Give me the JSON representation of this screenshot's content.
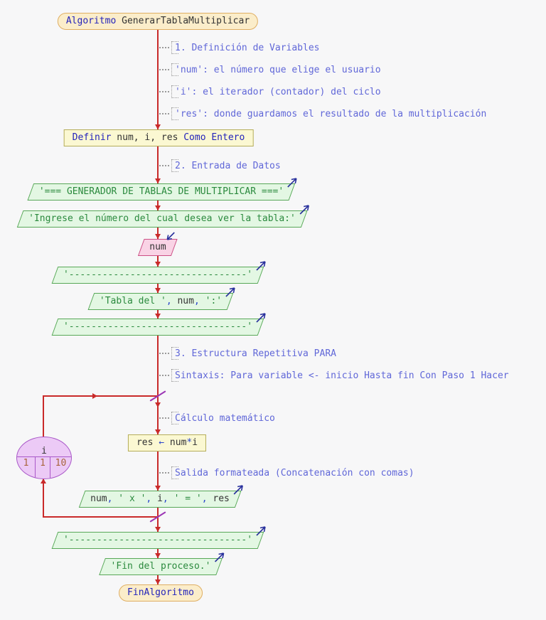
{
  "colors": {
    "background": "#f7f7f8",
    "flow_line": "#c92a2a",
    "loop_mark": "#9c36b5",
    "comment_text": "#6067d8",
    "keyword_blue": "#2323bb",
    "string_green": "#2b8a3e",
    "number_brown": "#a8643c",
    "terminal_fill": "#fbedca",
    "process_fill": "#fbf8d2",
    "output_fill": "#e3f7e3",
    "input_fill": "#f9d3e5",
    "loop_fill": "#eccaf6"
  },
  "flowchart": {
    "start": {
      "tokens": [
        [
          "kw",
          "Algoritmo"
        ],
        [
          "sp",
          " "
        ],
        [
          "id",
          "GenerarTablaMultiplicar"
        ]
      ]
    },
    "declare": {
      "tokens": [
        [
          "kw",
          "Definir"
        ],
        [
          "id",
          " num, i, res"
        ],
        [
          "kw",
          " Como Entero"
        ]
      ]
    },
    "input_num": {
      "tokens": [
        [
          "id",
          "num"
        ]
      ]
    },
    "assign": {
      "tokens": [
        [
          "id",
          "res"
        ],
        [
          "sp",
          " "
        ],
        [
          "op",
          "←"
        ],
        [
          "sp",
          " "
        ],
        [
          "id",
          "num"
        ],
        [
          "op",
          "*"
        ],
        [
          "id",
          "i"
        ]
      ]
    },
    "loop": {
      "variable": "i",
      "from": "1",
      "step": "1",
      "to": "10"
    },
    "end": {
      "tokens": [
        [
          "kw",
          "FinAlgoritmo"
        ]
      ]
    },
    "outputs": {
      "banner": {
        "tokens": [
          [
            "str",
            "'=== GENERADOR DE TABLAS DE MULTIPLICAR ==='"
          ]
        ]
      },
      "prompt": {
        "tokens": [
          [
            "str",
            "'Ingrese el número del cual desea ver la tabla:'"
          ]
        ]
      },
      "divider1": {
        "tokens": [
          [
            "str",
            "'--------------------------------'"
          ]
        ]
      },
      "tabla": {
        "tokens": [
          [
            "str",
            "'Tabla del '"
          ],
          [
            "pn",
            ", "
          ],
          [
            "id",
            "num"
          ],
          [
            "pn",
            ", "
          ],
          [
            "str",
            "':'"
          ]
        ]
      },
      "divider2": {
        "tokens": [
          [
            "str",
            "'--------------------------------'"
          ]
        ]
      },
      "row": {
        "tokens": [
          [
            "id",
            "num"
          ],
          [
            "pn",
            ", "
          ],
          [
            "str",
            "' x '"
          ],
          [
            "pn",
            ", "
          ],
          [
            "id",
            "i"
          ],
          [
            "pn",
            ", "
          ],
          [
            "str",
            "' = '"
          ],
          [
            "pn",
            ", "
          ],
          [
            "id",
            "res"
          ]
        ]
      },
      "divider3": {
        "tokens": [
          [
            "str",
            "'--------------------------------'"
          ]
        ]
      },
      "done": {
        "tokens": [
          [
            "str",
            "'Fin del proceso.'"
          ]
        ]
      }
    },
    "comments": [
      {
        "text": "1. Definición de Variables"
      },
      {
        "text": "'num': el número que elige el usuario"
      },
      {
        "text": "'i': el iterador (contador) del ciclo"
      },
      {
        "text": "'res': donde guardamos el resultado de la multiplicación"
      },
      {
        "text": "2. Entrada de Datos"
      },
      {
        "text": "3. Estructura Repetitiva PARA"
      },
      {
        "text": "Sintaxis: Para variable <- inicio Hasta fin Con Paso 1 Hacer"
      },
      {
        "text": "Cálculo matemático"
      },
      {
        "text": "Salida formateada (Concatenación con comas)"
      }
    ]
  }
}
